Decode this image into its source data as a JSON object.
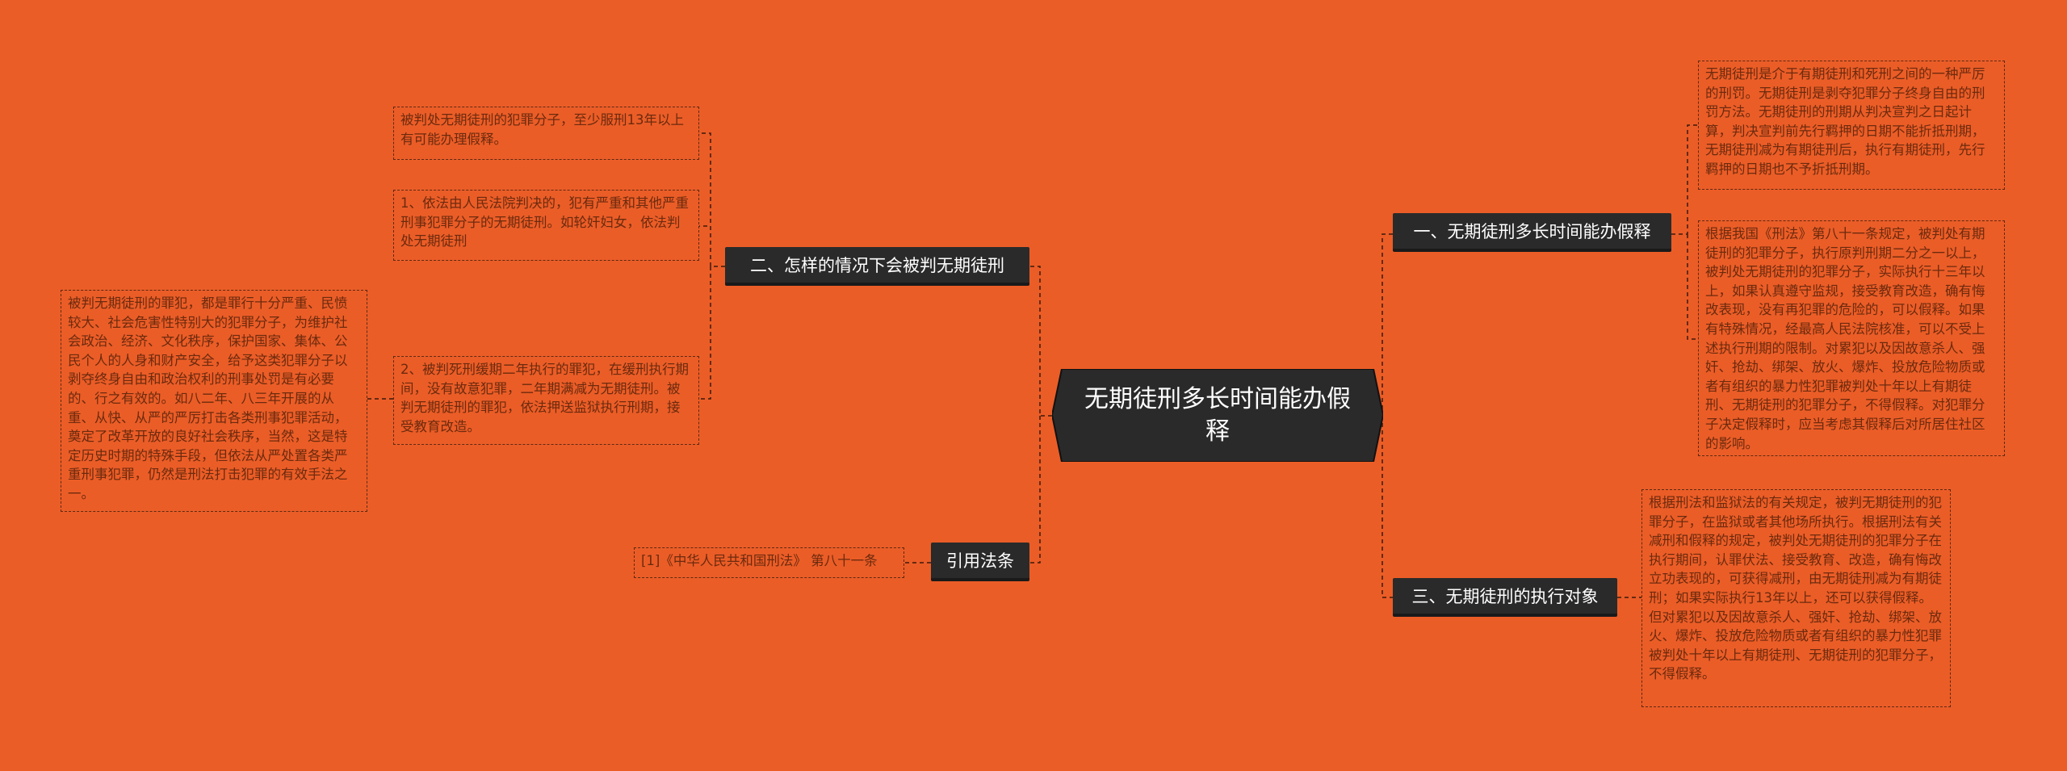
{
  "root": {
    "title": "无期徒刑多长时间能办假释"
  },
  "branches": {
    "right1": {
      "label": "一、无期徒刑多长时间能办假释",
      "leaves": [
        "无期徒刑是介于有期徒刑和死刑之间的一种严厉的刑罚。无期徒刑是剥夺犯罪分子终身自由的刑罚方法。无期徒刑的刑期从判决宣判之日起计算，判决宣判前先行羁押的日期不能折抵刑期，无期徒刑减为有期徒刑后，执行有期徒刑，先行羁押的日期也不予折抵刑期。",
        "根据我国《刑法》第八十一条规定，被判处有期徒刑的犯罪分子，执行原判刑期二分之一以上，被判处无期徒刑的犯罪分子，实际执行十三年以上，如果认真遵守监规，接受教育改造，确有悔改表现，没有再犯罪的危险的，可以假释。如果有特殊情况，经最高人民法院核准，可以不受上述执行刑期的限制。对累犯以及因故意杀人、强奸、抢劫、绑架、放火、爆炸、投放危险物质或者有组织的暴力性犯罪被判处十年以上有期徒刑、无期徒刑的犯罪分子，不得假释。对犯罪分子决定假释时，应当考虑其假释后对所居住社区的影响。"
      ]
    },
    "right2": {
      "label": "三、无期徒刑的执行对象",
      "leaves": [
        "根据刑法和监狱法的有关规定，被判无期徒刑的犯罪分子，在监狱或者其他场所执行。根据刑法有关减刑和假释的规定，被判处无期徒刑的犯罪分子在执行期间，认罪伏法、接受教育、改造，确有悔改立功表现的，可获得减刑，由无期徒刑减为有期徒刑；如果实际执行13年以上，还可以获得假释。但对累犯以及因故意杀人、强奸、抢劫、绑架、放火、爆炸、投放危险物质或者有组织的暴力性犯罪被判处十年以上有期徒刑、无期徒刑的犯罪分子，不得假释。"
      ]
    },
    "left1": {
      "label": "二、怎样的情况下会被判无期徒刑",
      "leaves": [
        "被判处无期徒刑的犯罪分子，至少服刑13年以上有可能办理假释。",
        "1、依法由人民法院判决的，犯有严重和其他严重刑事犯罪分子的无期徒刑。如轮奸妇女，依法判处无期徒刑",
        "2、被判死刑缓期二年执行的罪犯，在缓刑执行期间，没有故意犯罪，二年期满减为无期徒刑。被判无期徒刑的罪犯，依法押送监狱执行刑期，接受教育改造。"
      ],
      "subleaf": "被判无期徒刑的罪犯，都是罪行十分严重、民愤较大、社会危害性特别大的犯罪分子，为维护社会政治、经济、文化秩序，保护国家、集体、公民个人的人身和财产安全，给予这类犯罪分子以剥夺终身自由和政治权利的刑事处罚是有必要的、行之有效的。如八二年、八三年开展的从重、从快、从严的严厉打击各类刑事犯罪活动，奠定了改革开放的良好社会秩序，当然，这是特定历史时期的特殊手段，但依法从严处置各类严重刑事犯罪，仍然是刑法打击犯罪的有效手法之一。"
    },
    "left2": {
      "label": "引用法条",
      "leaves": [
        "[1]《中华人民共和国刑法》 第八十一条"
      ]
    }
  },
  "colors": {
    "background": "#eb5d27",
    "node_fill": "#2a2a2a",
    "connector": "#3a1a0c",
    "leaf_border": "#5c2a14",
    "leaf_text": "#6b2a0e"
  }
}
